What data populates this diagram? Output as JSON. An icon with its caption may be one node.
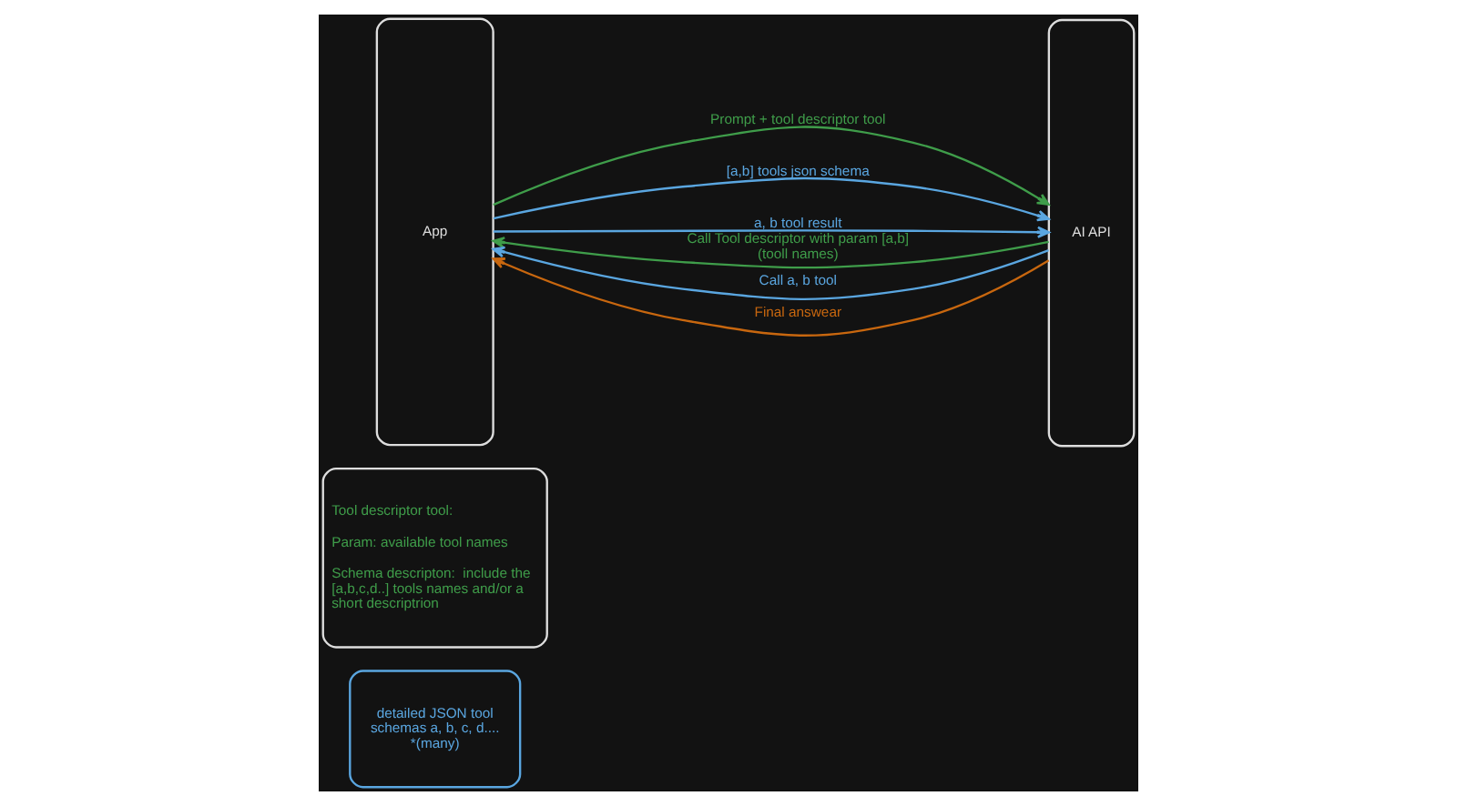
{
  "diagram": {
    "nodes": [
      {
        "text": [
          "detailed JSON tool schemas a, b, c, d.... *(many)"
        ]
      },
      {
        "text": [
          "Tool descriptor tool:",
          "Param: available tool names",
          "Schema descripton:  include the [a,b,c,d..] tools names and/or a short descriptrion"
        ]
      },
      {
        "text": [
          "App"
        ]
      },
      {
        "text": [
          "AI API"
        ]
      }
    ],
    "edges": [
      {
        "from": 2,
        "to": 3,
        "arrow": "to",
        "label": "Prompt + tool descriptor tool",
        "color": "#3f9d4a"
      },
      {
        "from": 3,
        "to": 2,
        "arrow": "to",
        "label": "Call Tool descriptor with param [a,b] (tooll names)",
        "color": "#3f9d4a"
      },
      {
        "from": 2,
        "to": 3,
        "arrow": "to",
        "label": "[a,b] tools json schema"
      },
      {
        "from": 3,
        "to": 2,
        "arrow": "to",
        "label": "Call a, b tool"
      },
      {
        "from": 2,
        "to": 3,
        "arrow": "to",
        "label": "a, b tool result"
      },
      {
        "from": 3,
        "to": 2,
        "arrow": "to",
        "label": "Final answear",
        "color": "#c8670f"
      }
    ]
  }
}
